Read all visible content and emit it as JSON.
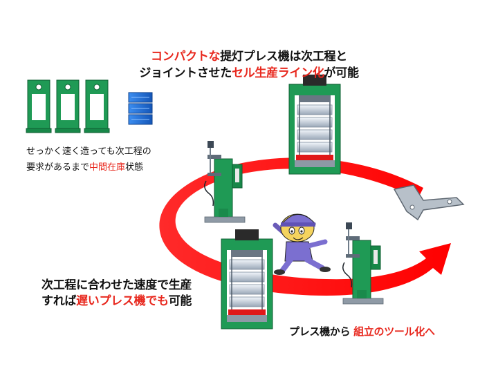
{
  "colors": {
    "arrow": "#ff1a1a",
    "machine_green": "#1f9a55",
    "machine_dark": "#0f5e32",
    "bin_blue": "#1e6fd9",
    "highlight_text": "#e8281e"
  },
  "captions": {
    "top": {
      "line1_red": "コンパクトな",
      "line1_rest": "提灯プレス機は次工程と",
      "line2_pre": "ジョイントさせた",
      "line2_red": "セル生産ライン化",
      "line2_post": "が可能"
    },
    "left": {
      "line1": "せっかく速く造っても次工程の",
      "line2_pre": "要求があるまで",
      "line2_red": "中間在庫",
      "line2_post": "状態"
    },
    "bottom_left": {
      "line1": "次工程に合わせた速度で生産",
      "line2_pre": "すれば",
      "line2_red": "遅いプレス機でも",
      "line2_post": "可能"
    },
    "bottom_right": {
      "pre": "プレス機から ",
      "red": "組立のツール化へ"
    }
  },
  "icons": {
    "small_presses": "press-machine-icon",
    "bins": "stacked-bins-icon",
    "large_presses": "lantern-press-icon",
    "welders": "spot-welder-icon",
    "worker": "running-worker-icon",
    "part": "metal-bracket-icon",
    "flow": "circular-arrow-icon"
  }
}
